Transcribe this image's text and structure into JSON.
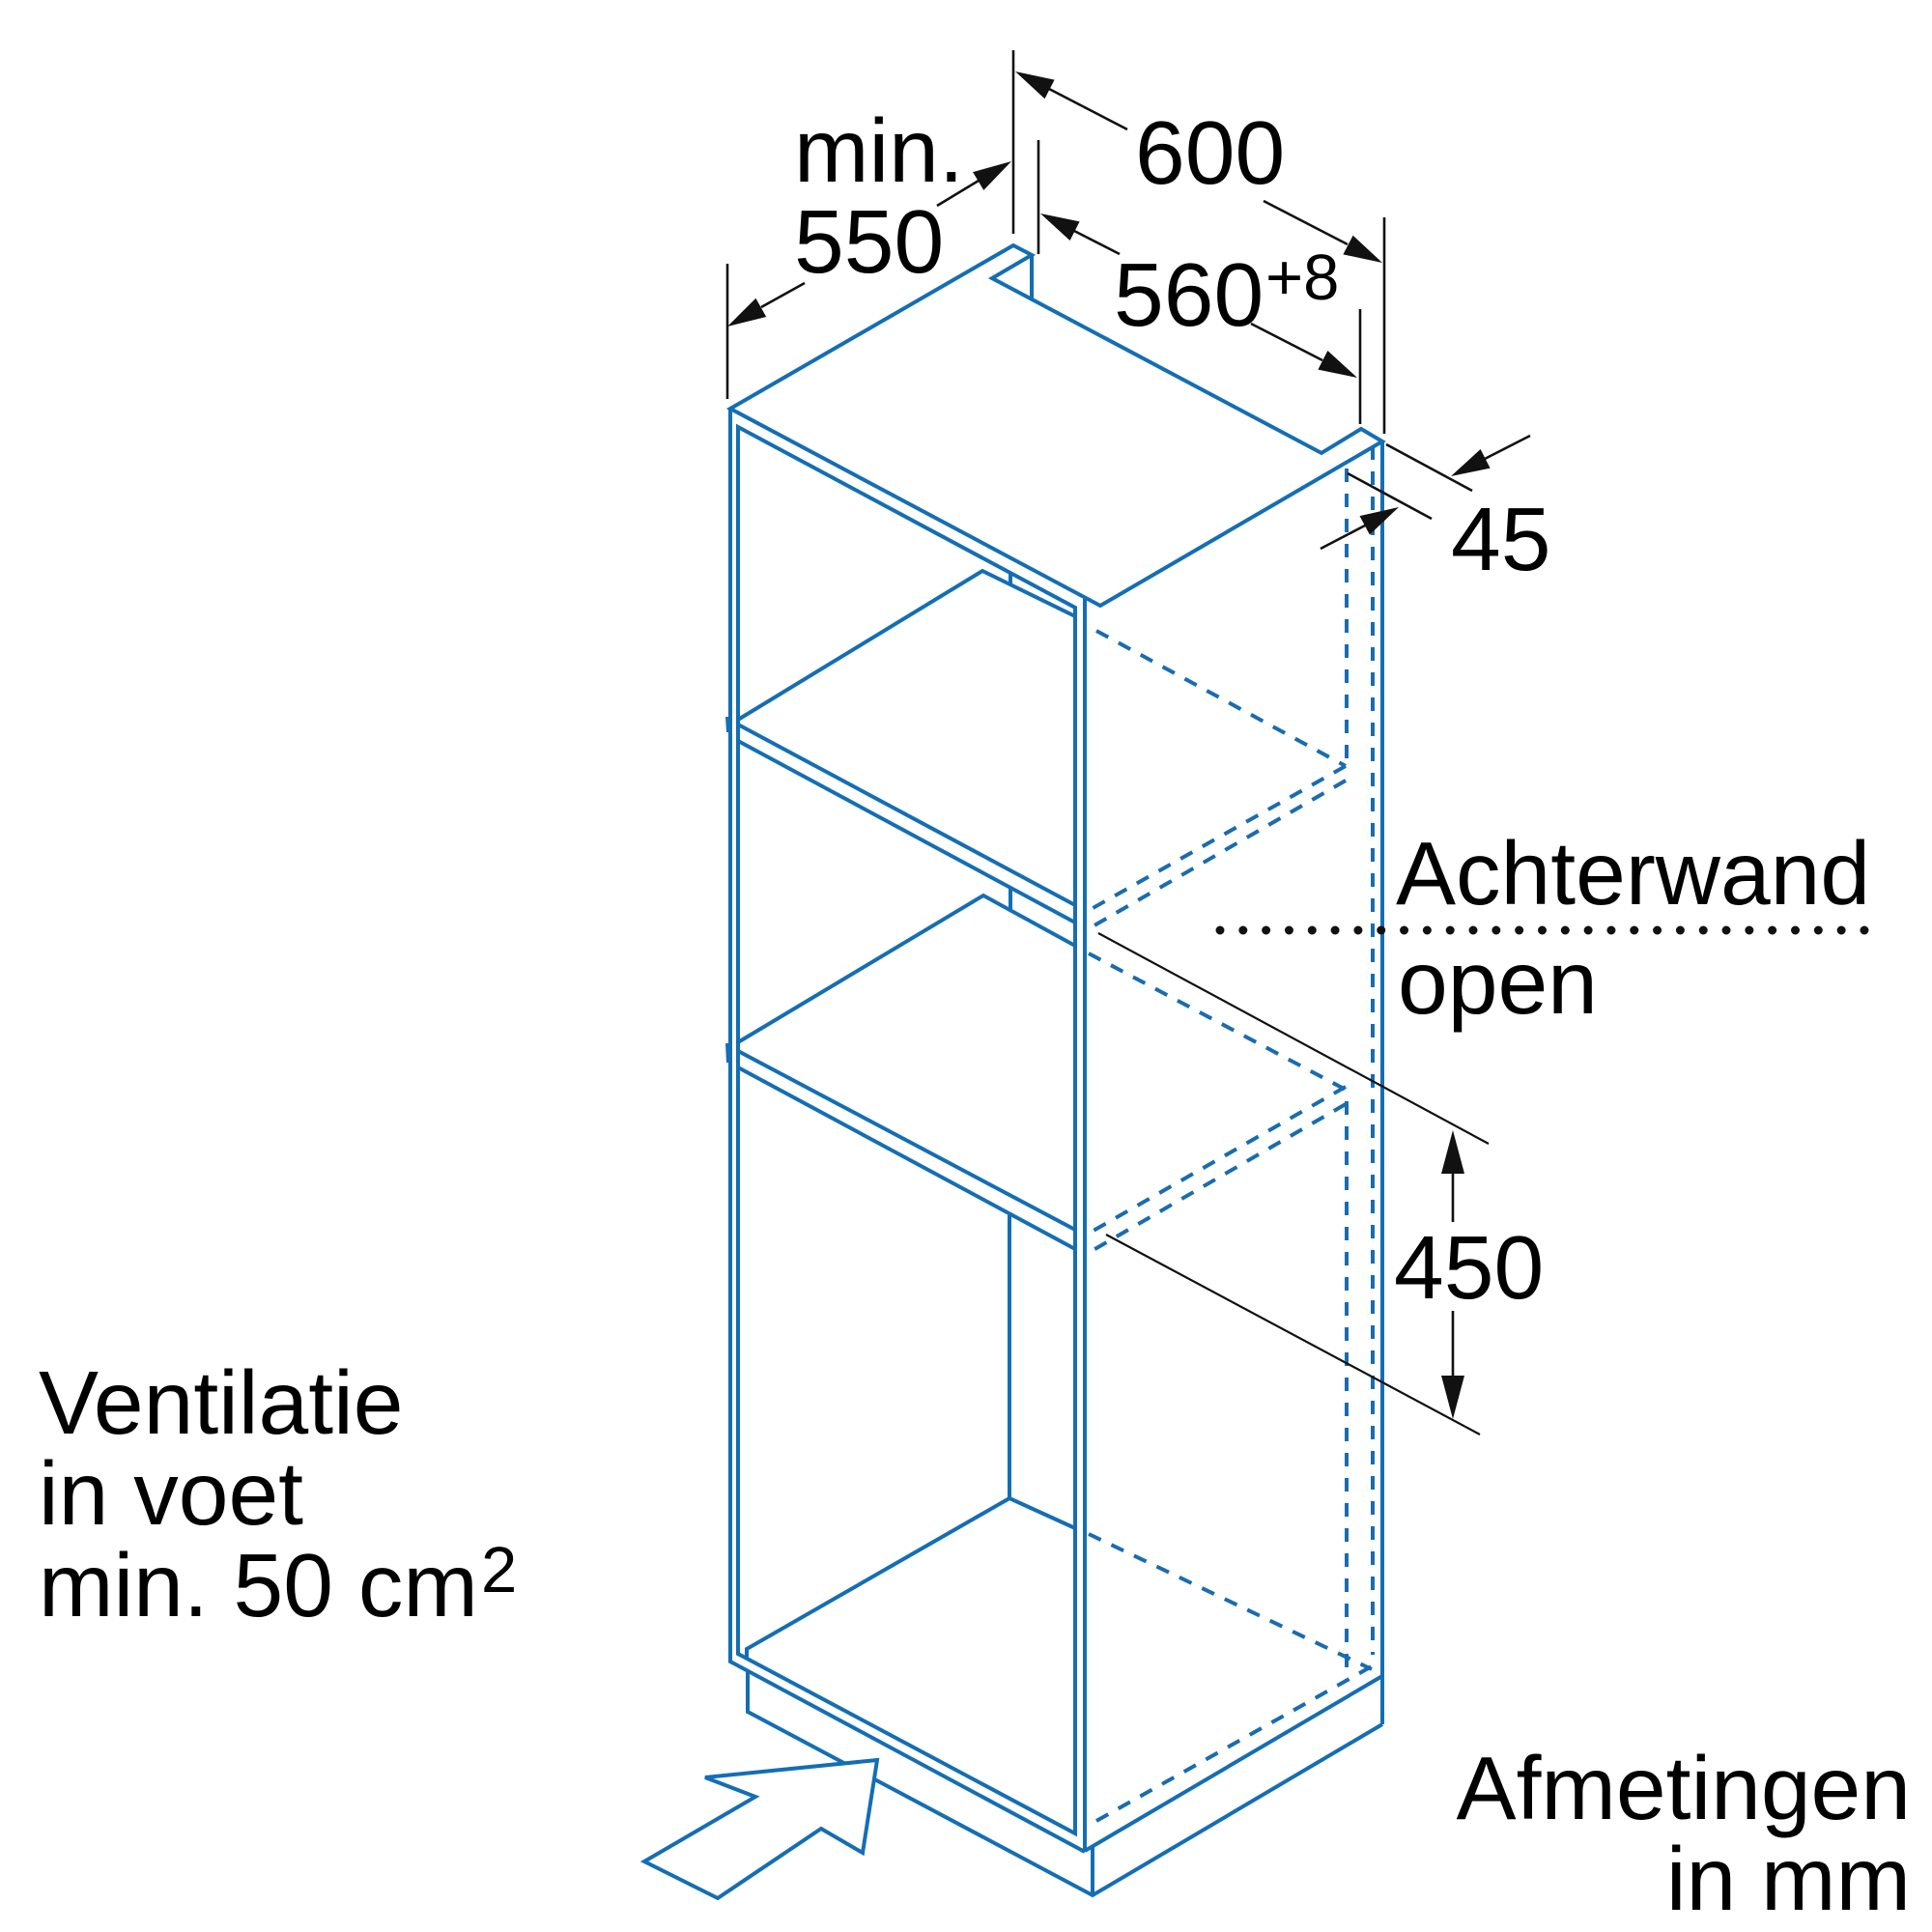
{
  "dimensions": {
    "overall_width": "600",
    "niche_width": "560",
    "niche_width_tolerance": "+8",
    "min_depth_prefix": "min.",
    "min_depth": "550",
    "rear_gap": "45",
    "shelf_gap": "450"
  },
  "labels": {
    "back_wall_line1": "Achterwand",
    "back_wall_line2": "open",
    "ventilation_line1": "Ventilatie",
    "ventilation_line2": "in voet",
    "ventilation_line3": "min. 50 cm",
    "ventilation_line3_superscript": "2",
    "units_line1": "Afmetingen",
    "units_line2": "in mm"
  },
  "icons": {
    "ventilation_arrow": "airflow-arrow-icon",
    "dimension_arrows": "arrowhead-icon"
  },
  "colors": {
    "cabinet_lines": "#146eb4",
    "dimension_lines": "#111111",
    "text": "#000000",
    "background": "#ffffff"
  }
}
